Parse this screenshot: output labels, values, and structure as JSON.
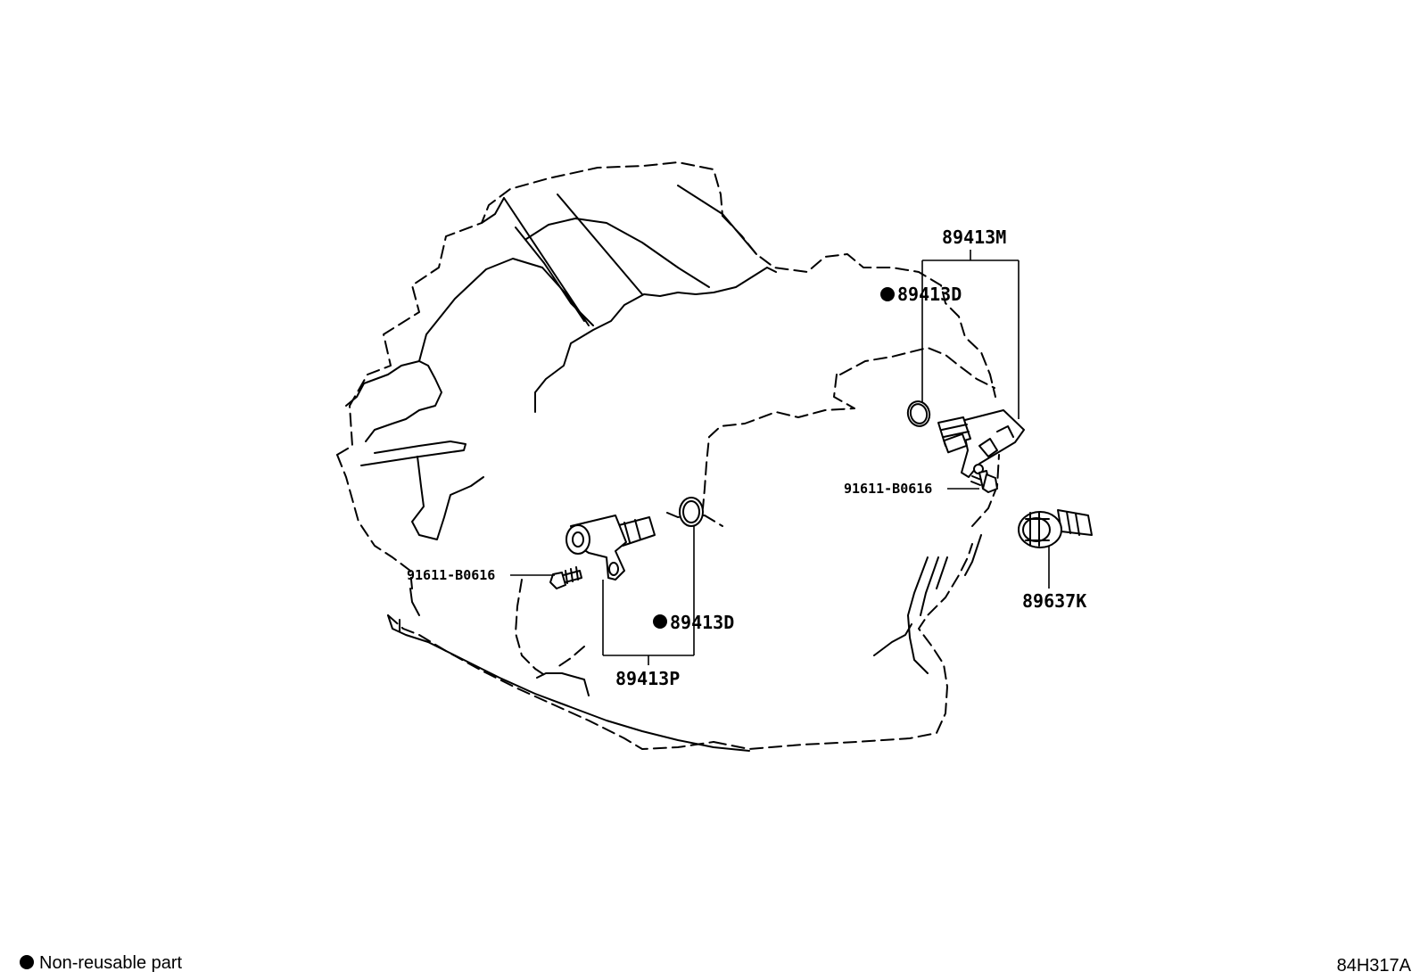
{
  "callouts": {
    "kit_upper": "89413M",
    "oring_upper": "89413D",
    "bolt_right": "91611-B0616",
    "knock_sensor": "89637K",
    "bolt_left": "91611-B0616",
    "oring_lower": "89413D",
    "kit_lower": "89413P"
  },
  "legend": {
    "non_reusable_label": "Non-reusable part"
  },
  "figure_id": "84H317A",
  "icons": {
    "non_reusable_marker": "filled-circle"
  }
}
